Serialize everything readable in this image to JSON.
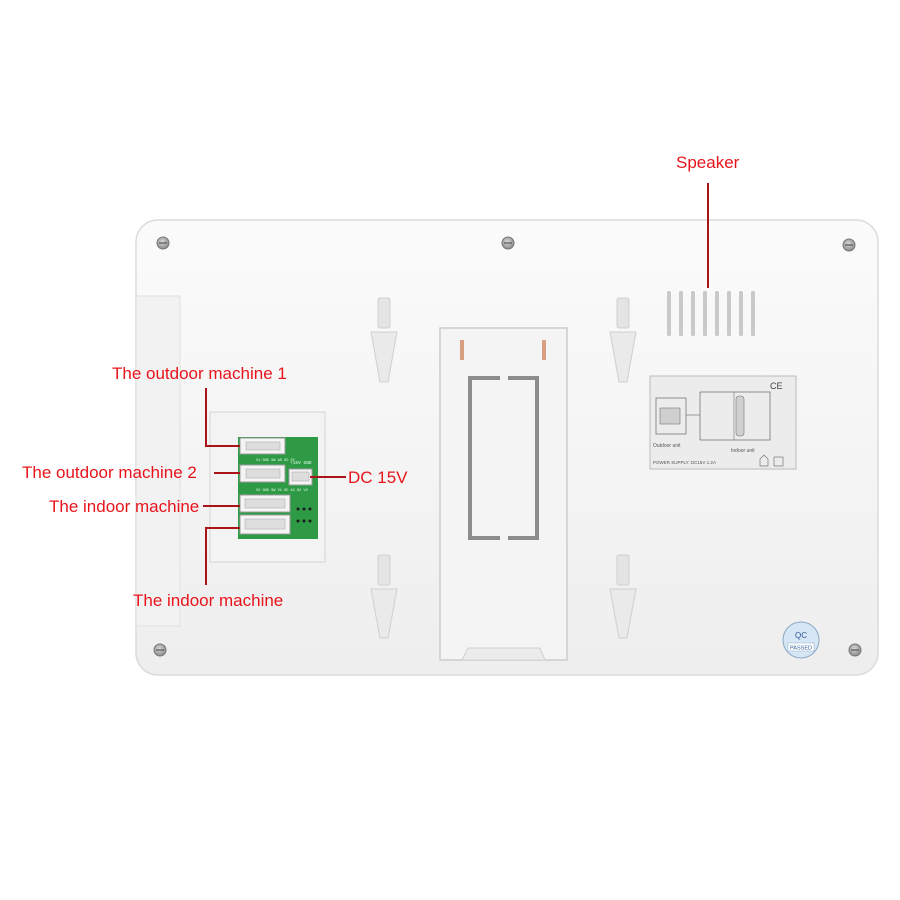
{
  "labels": {
    "speaker": "Speaker",
    "outdoor1": "The outdoor machine 1",
    "outdoor2": "The outdoor machine 2",
    "dc": "DC 15V",
    "indoor_upper": "The indoor machine",
    "indoor_lower": "The indoor machine"
  },
  "sticker": {
    "ce": "CE",
    "outdoor_unit": "Outdoor unit",
    "indoor_unit": "Indoor unit",
    "power_supply": "POWER SUPPLY: DC15V 1.2A"
  },
  "pcb": {
    "top_print": "+15V GND",
    "pins1": "V1 GND SW AD GD GY",
    "pins2": "V2 GND SW V1 GD A2 B2 V2"
  },
  "qc": {
    "line1": "QC",
    "line2": "PASSED"
  },
  "colors": {
    "label": "#e8141c",
    "leader": "#a8141a",
    "pcb": "#2f9a45",
    "panel": "#f7f7f7"
  }
}
